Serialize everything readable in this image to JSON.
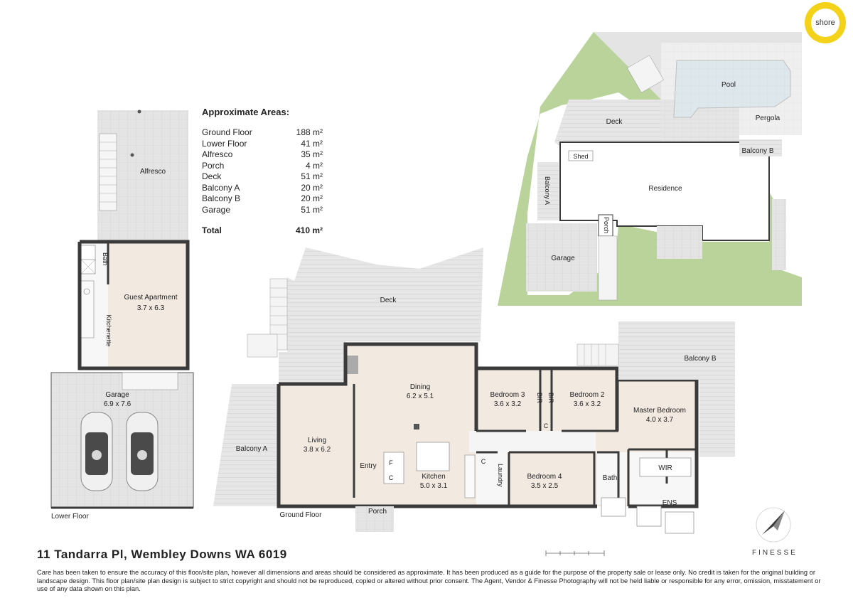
{
  "logo": {
    "text": "shore",
    "color": "#f5d21a"
  },
  "areas": {
    "heading": "Approximate Areas:",
    "rows": [
      {
        "name": "Ground Floor",
        "value": "188 m²"
      },
      {
        "name": "Lower Floor",
        "value": "41 m²"
      },
      {
        "name": "Alfresco",
        "value": "35 m²"
      },
      {
        "name": "Porch",
        "value": "4 m²"
      },
      {
        "name": "Deck",
        "value": "51 m²"
      },
      {
        "name": "Balcony A",
        "value": "20 m²"
      },
      {
        "name": "Balcony B",
        "value": "20 m²"
      },
      {
        "name": "Garage",
        "value": "51 m²"
      }
    ],
    "total_label": "Total",
    "total_value": "410 m²"
  },
  "lower_floor": {
    "title": "Lower Floor",
    "alfresco": "Alfresco",
    "bath": "Bath",
    "kitchenette": "Kitchenette",
    "guest_name": "Guest Apartment",
    "guest_dim": "3.7 x 6.3",
    "garage_name": "Garage",
    "garage_dim": "6.9 x 7.6"
  },
  "ground_floor": {
    "title": "Ground Floor",
    "deck": "Deck",
    "balcony_a": "Balcony A",
    "balcony_b": "Balcony B",
    "living_name": "Living",
    "living_dim": "3.8 x 6.2",
    "dining_name": "Dining",
    "dining_dim": "6.2 x 5.1",
    "kitchen_name": "Kitchen",
    "kitchen_dim": "5.0 x 3.1",
    "entry": "Entry",
    "porch": "Porch",
    "f": "F",
    "c": "C",
    "bed3_name": "Bedroom 3",
    "bed3_dim": "3.6 x 3.2",
    "bed2_name": "Bedroom 2",
    "bed2_dim": "3.6 x 3.2",
    "bir": "BIR",
    "bed4_name": "Bedroom 4",
    "bed4_dim": "3.5 x 2.5",
    "laundry": "Laundry",
    "bath": "Bath",
    "master_name": "Master Bedroom",
    "master_dim": "4.0 x 3.7",
    "wir": "WIR",
    "ens": "ENS"
  },
  "site_plan": {
    "pool": "Pool",
    "deck": "Deck",
    "pergola": "Pergola",
    "shed": "Shed",
    "balcony_b": "Balcony B",
    "residence": "Residence",
    "balcony_a": "Balcony A",
    "porch": "Porch",
    "garage": "Garage"
  },
  "address": "11 Tandarra Pl, Wembley Downs WA 6019",
  "brand": "FINESSE",
  "disclaimer": "Care has been taken to ensure the accuracy of this floor/site plan, however all dimensions and areas should be considered as approximate. It has been produced as a guide for the purpose of the property sale or lease only. No credit is taken for the original building or landscape design. This floor plan/site plan design is subject to strict copyright and should not be reproduced, copied or altered without prior consent. The Agent, Vendor & Finesse Photography will not be held liable or responsible for any error, omission, misstatement or use of any data shown on this plan.",
  "colors": {
    "wall": "#3a3a3a",
    "floor": "#f2e9e1",
    "deck": "#e4e4e4",
    "grass": "#b9d39a",
    "pool": "#d6ecf7"
  }
}
